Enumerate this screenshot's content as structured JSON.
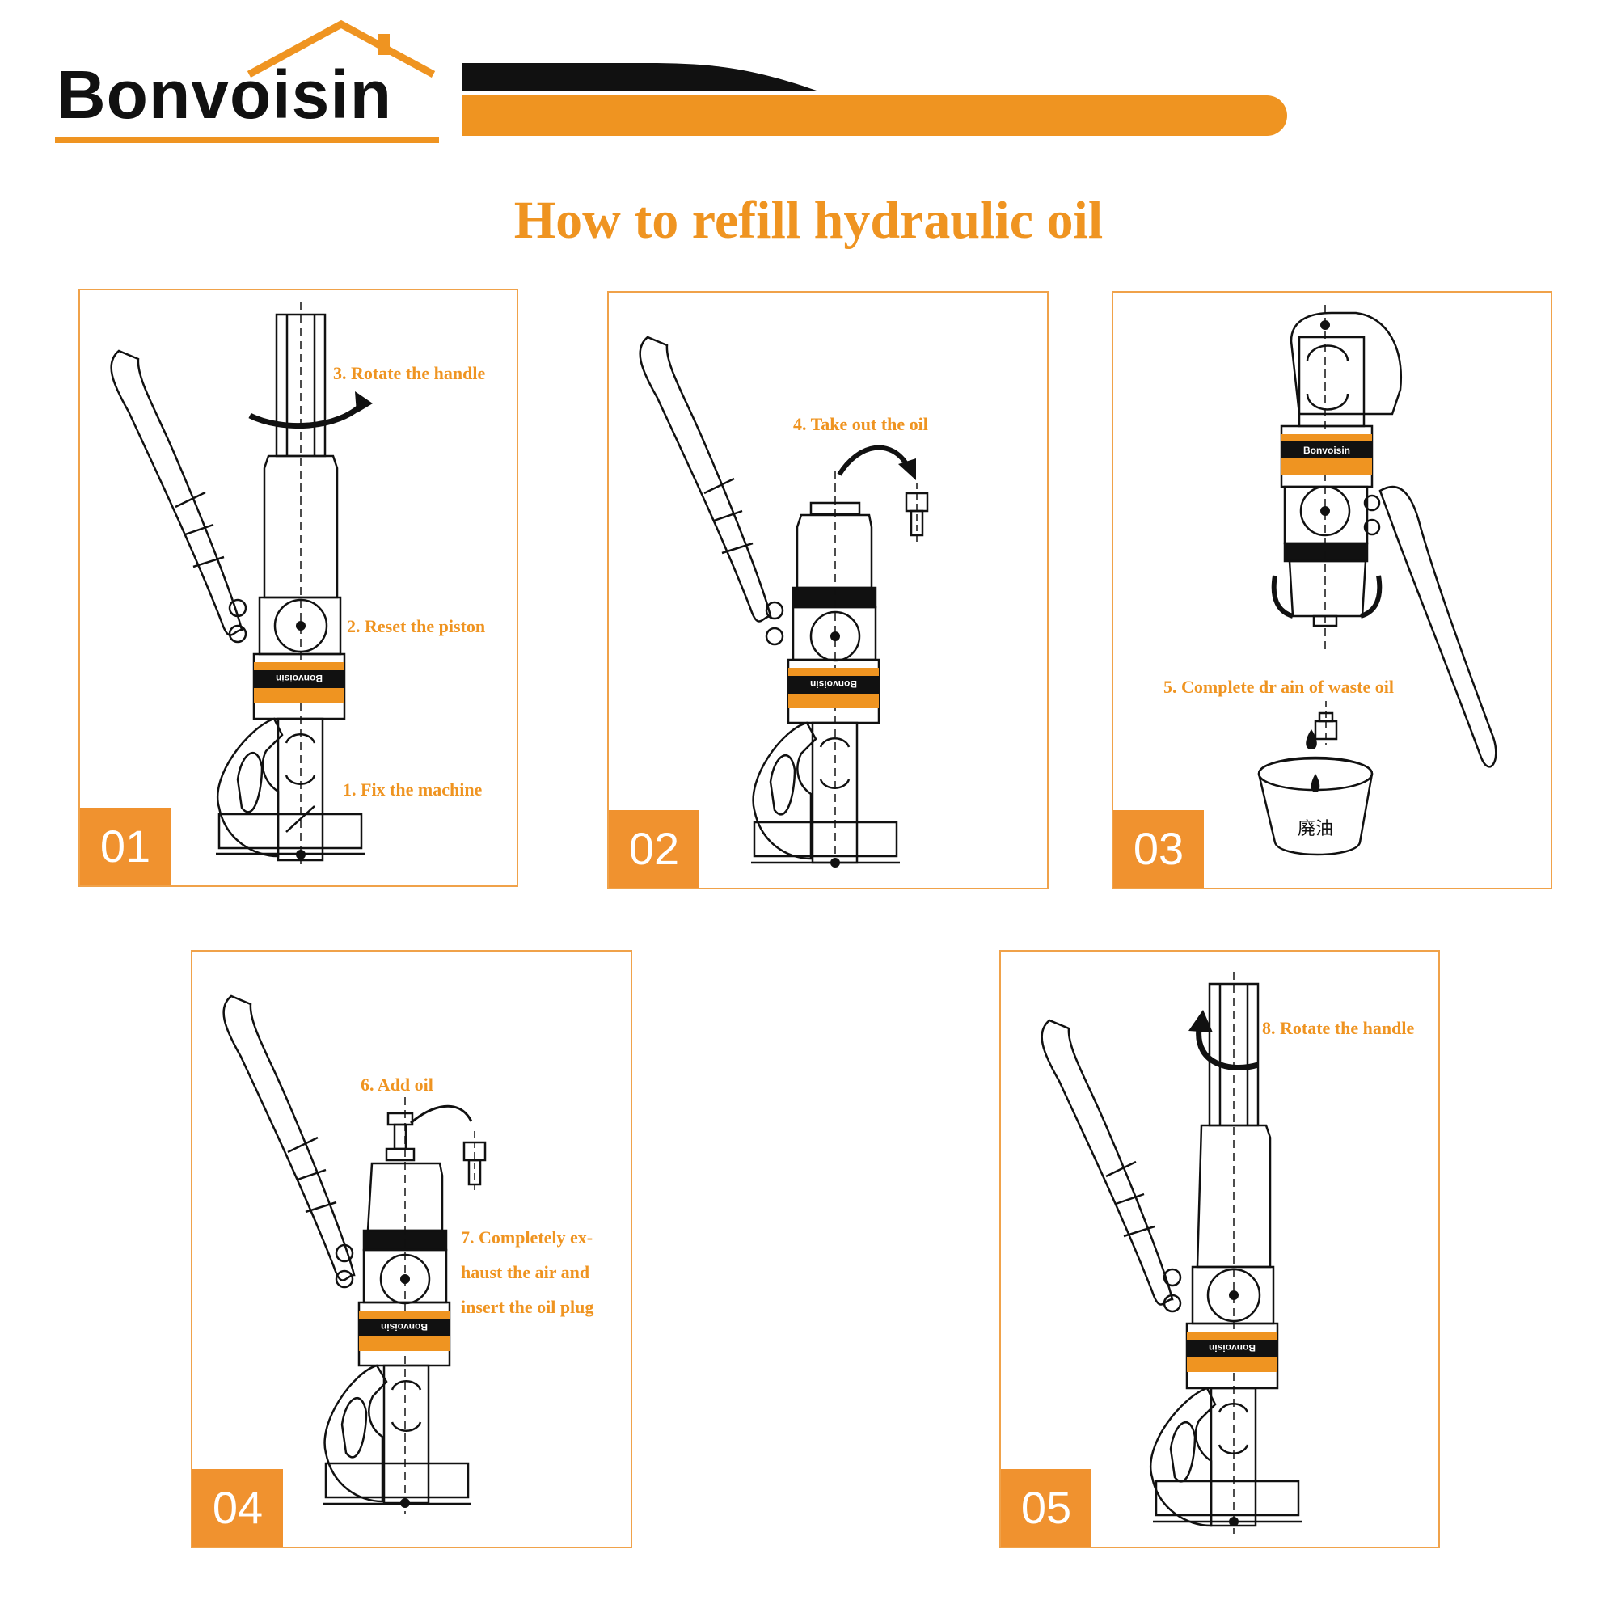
{
  "brand": {
    "name": "Bonvoisin",
    "accent": "#ef9421",
    "panel_border": "#f0a24a",
    "badge_color": "#f0922f"
  },
  "title": "How to refill hydraulic oil",
  "panels": [
    {
      "number": "01",
      "labels": [
        "3. Rotate the handle",
        "2. Reset the piston",
        "1. Fix the machine"
      ]
    },
    {
      "number": "02",
      "labels": [
        "4. Take out the oil"
      ]
    },
    {
      "number": "03",
      "labels": [
        "5. Complete dr ain of waste oil"
      ],
      "cup_label": "廃油",
      "plate_text": "Bonvoisin"
    },
    {
      "number": "04",
      "labels": [
        "6. Add oil",
        "7. Completely ex- haust the air and insert the oil plug"
      ]
    },
    {
      "number": "05",
      "labels": [
        "8. Rotate the handle"
      ]
    }
  ],
  "icons": [
    "rotate-arrow-icon",
    "curved-arrow-icon",
    "oil-plug-icon",
    "oil-drop-icon",
    "waste-oil-cup-icon",
    "oil-funnel-icon"
  ]
}
